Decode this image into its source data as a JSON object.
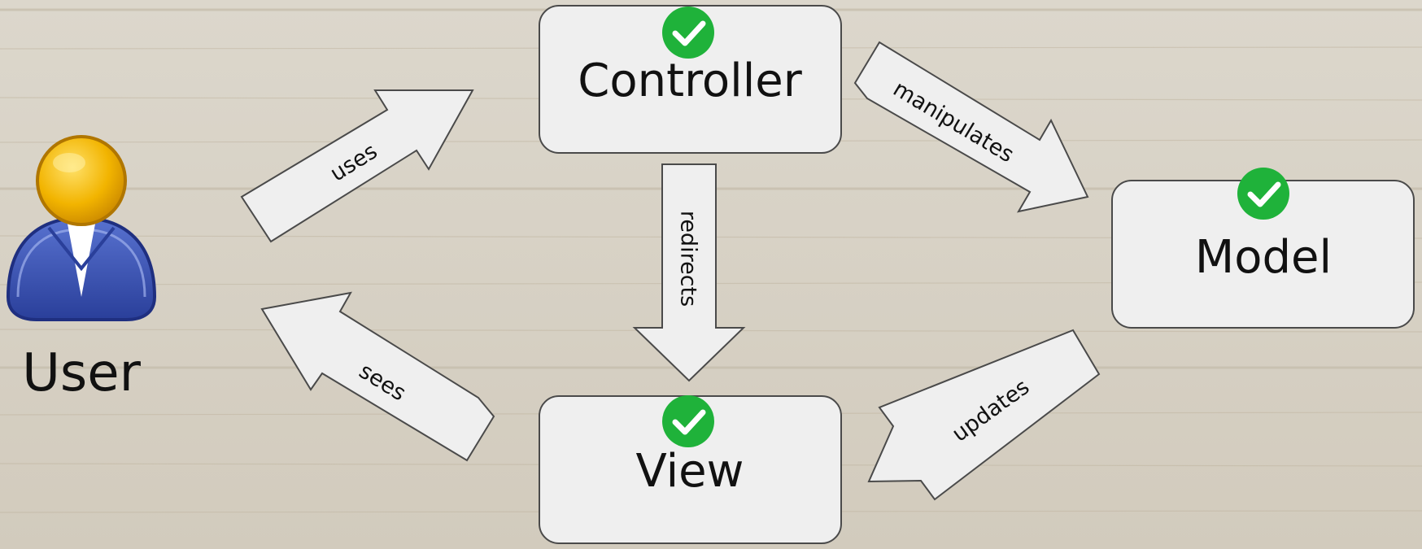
{
  "nodes": {
    "controller": {
      "label": "Controller"
    },
    "model": {
      "label": "Model"
    },
    "view": {
      "label": "View"
    },
    "user": {
      "label": "User"
    }
  },
  "arrows": {
    "uses": "uses",
    "manipulates": "manipulates",
    "redirects": "redirects",
    "updates": "updates",
    "sees": "sees"
  },
  "colors": {
    "box_fill": "#efefef",
    "box_stroke": "#4a4a4a",
    "check_green": "#1fb23a",
    "user_head": "#e8a400",
    "user_body": "#2f48a8"
  }
}
